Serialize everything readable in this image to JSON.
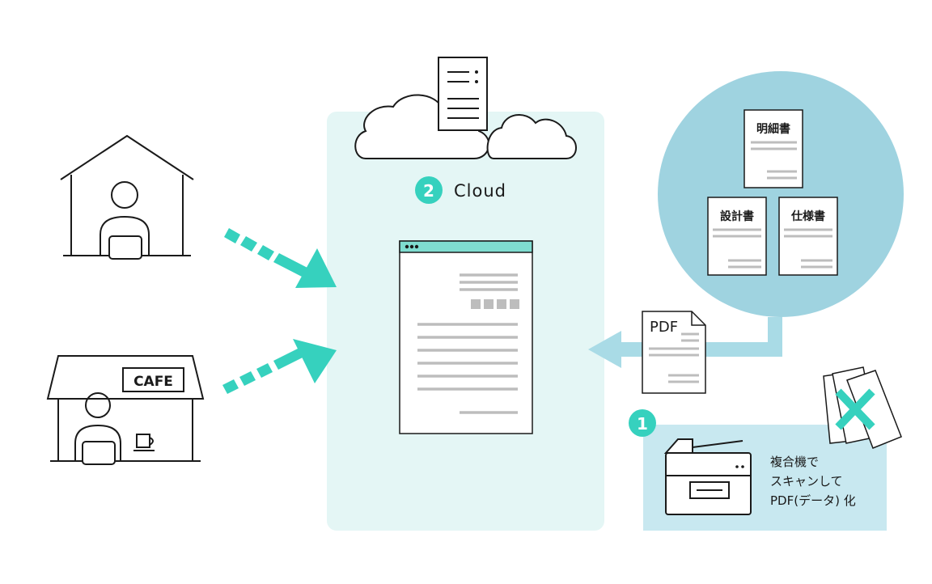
{
  "cloud": {
    "step_number": "2",
    "label": "Cloud"
  },
  "cafe": {
    "sign": "CAFE"
  },
  "documents": [
    "明細書",
    "設計書",
    "仕様書"
  ],
  "pdf": {
    "label": "PDF"
  },
  "scan": {
    "step_number": "1",
    "line1": "複合機で",
    "line2": "スキャンして",
    "line3": "PDF(データ) 化"
  },
  "colors": {
    "teal_accent": "#36d1be",
    "cloud_panel": "#e4f6f5",
    "doc_circle": "#9fd3e0",
    "scan_panel": "#c8e8f0",
    "arrow_blue": "#a9dbe6",
    "line_gray": "#bdbdbd",
    "stroke": "#1a1a1a"
  }
}
